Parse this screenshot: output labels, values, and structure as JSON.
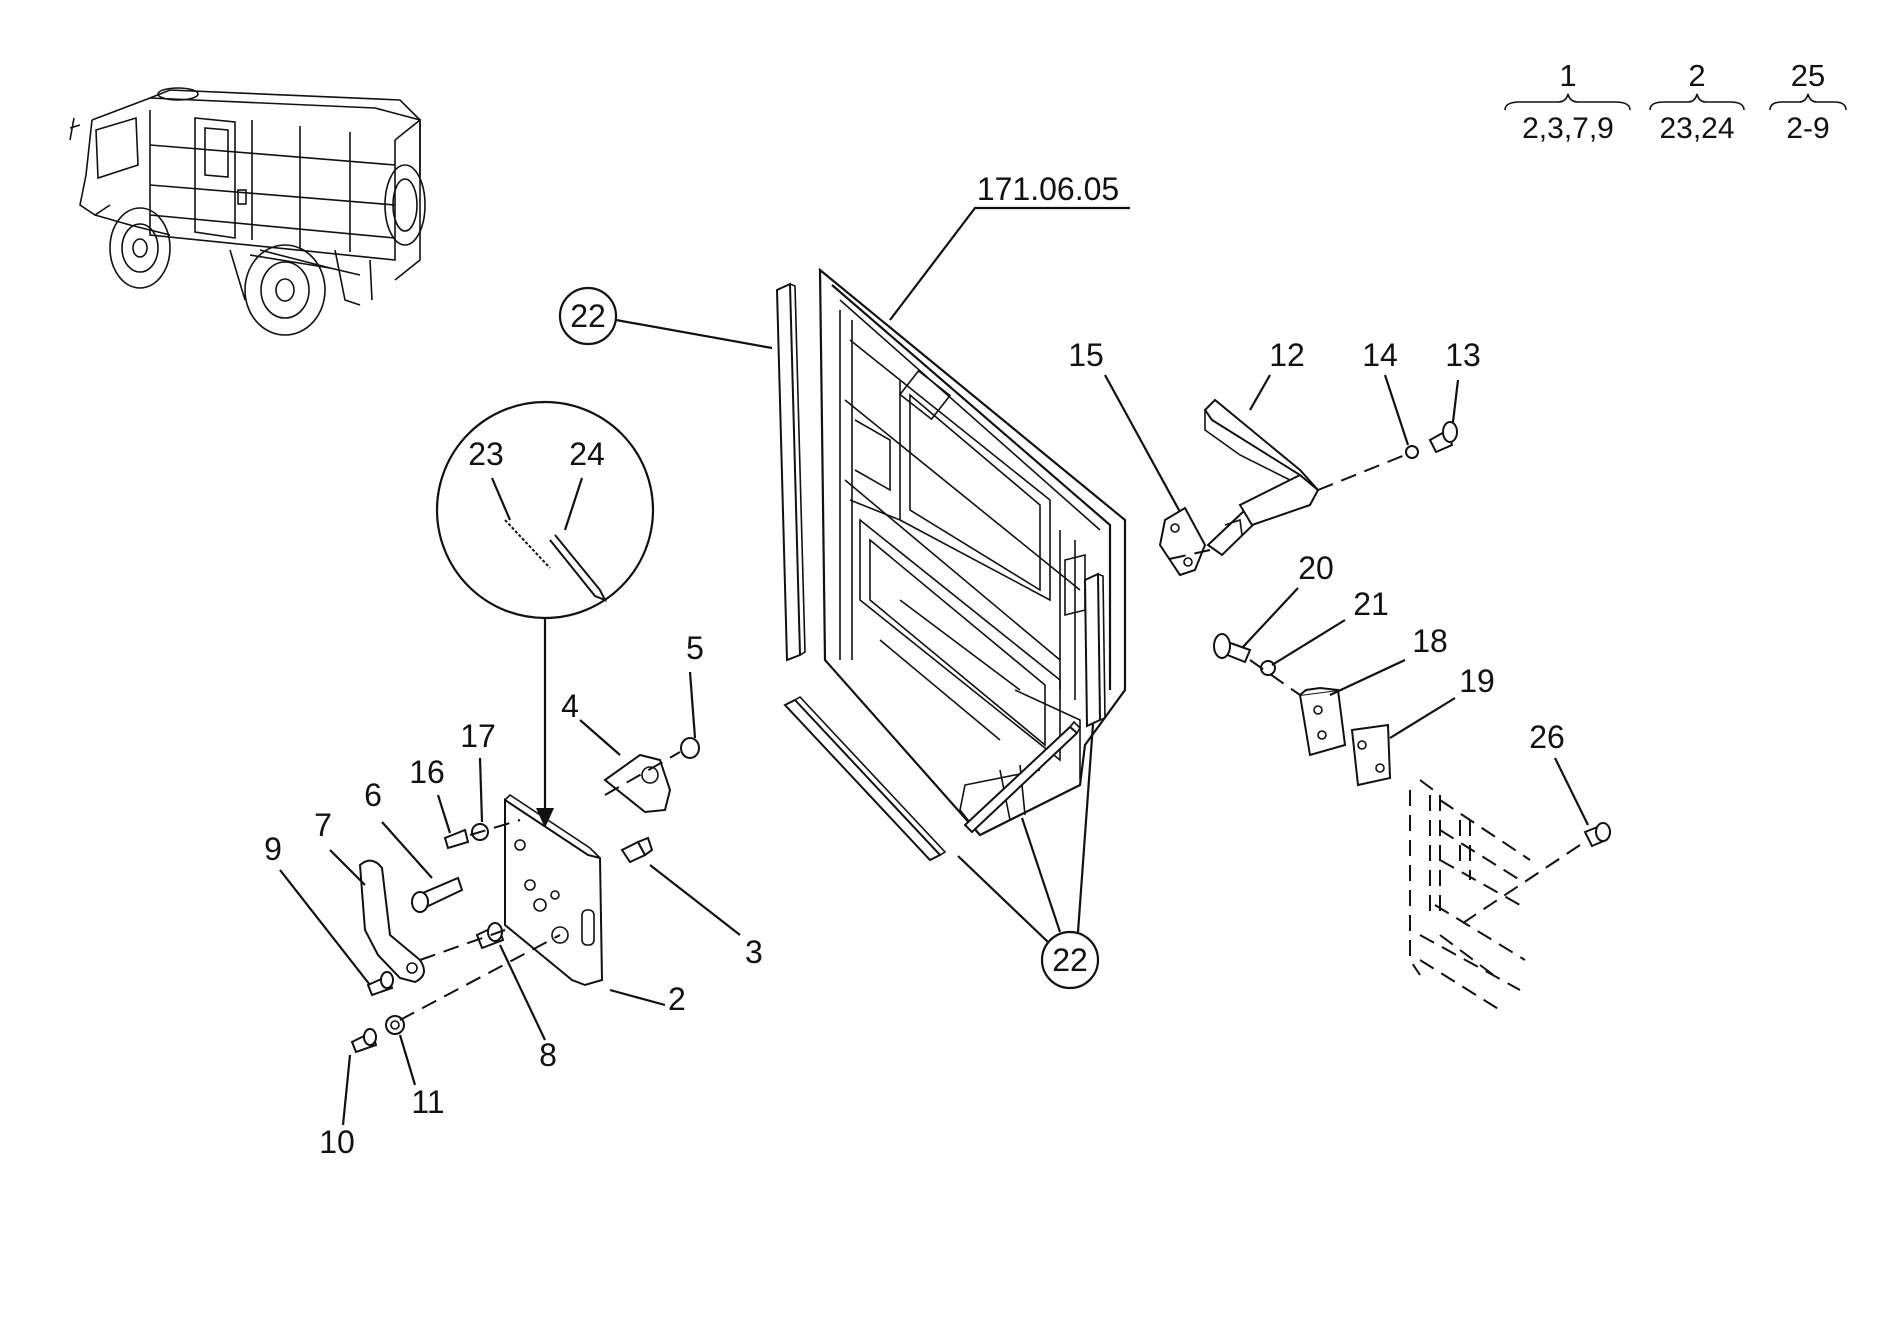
{
  "reference": "171.06.05",
  "groups": [
    {
      "top": "1",
      "bottom": "2,3,7,9"
    },
    {
      "top": "2",
      "bottom": "23,24"
    },
    {
      "top": "25",
      "bottom": "2-9"
    }
  ],
  "callouts": {
    "c2": "2",
    "c3": "3",
    "c4": "4",
    "c5": "5",
    "c6": "6",
    "c7": "7",
    "c8": "8",
    "c9": "9",
    "c10": "10",
    "c11": "11",
    "c12": "12",
    "c13": "13",
    "c14": "14",
    "c15": "15",
    "c16": "16",
    "c17": "17",
    "c18": "18",
    "c19": "19",
    "c20": "20",
    "c21": "21",
    "c23": "23",
    "c24": "24",
    "c26": "26"
  },
  "circled": {
    "top": "22",
    "bottom": "22"
  }
}
